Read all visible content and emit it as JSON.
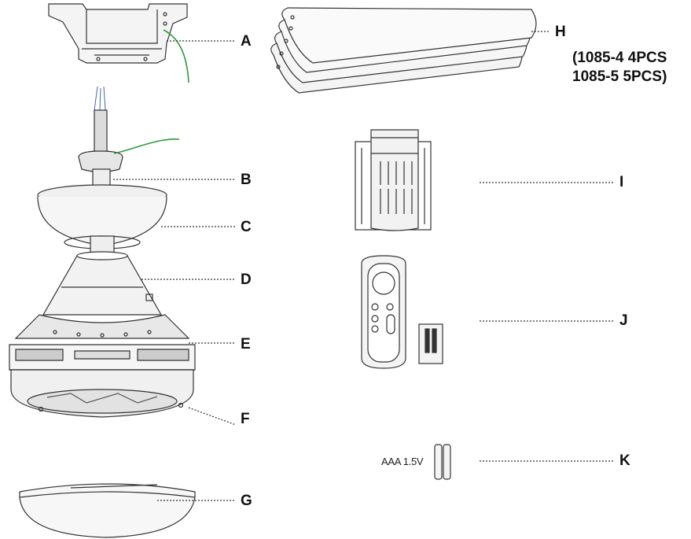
{
  "labels": {
    "A": "A",
    "B": "B",
    "C": "C",
    "D": "D",
    "E": "E",
    "F": "F",
    "G": "G",
    "H": "H",
    "I": "I",
    "J": "J",
    "K": "K"
  },
  "blade_quantity": {
    "line1": "(1085-4 4PCS",
    "line2": "1085-5 5PCS)"
  },
  "battery_text": "AAA 1.5V",
  "colors": {
    "line": "#333333",
    "wire_green": "#2e9a3a",
    "label": "#111111"
  }
}
